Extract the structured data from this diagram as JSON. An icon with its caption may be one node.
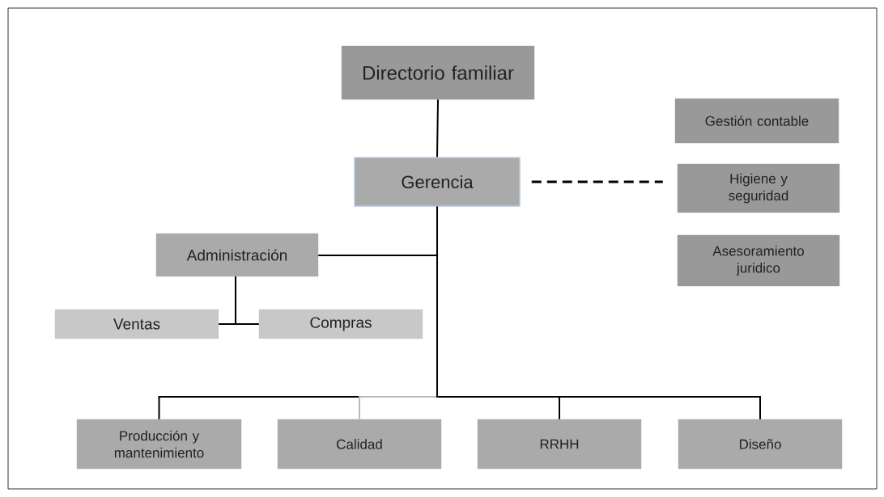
{
  "diagram": {
    "nodes": [
      {
        "text": [
          "Directorio familiar"
        ]
      },
      {
        "text": [
          "Gestión contable"
        ]
      },
      {
        "text": [
          "Gerencia"
        ]
      },
      {
        "text": [
          "Higiene y seguridad"
        ]
      },
      {
        "text": [
          "Administración"
        ]
      },
      {
        "text": [
          "Asesoramiento juridico"
        ]
      },
      {
        "text": [
          "Ventas"
        ]
      },
      {
        "text": [
          "Compras"
        ]
      },
      {
        "text": [
          "Producción y mantenimiento"
        ]
      },
      {
        "text": [
          "Calidad"
        ]
      },
      {
        "text": [
          "RRHH"
        ]
      },
      {
        "text": [
          "Diseño"
        ]
      }
    ],
    "edges": [
      {
        "from": 0,
        "to": 2,
        "arrow": "none"
      },
      {
        "from": 2,
        "to": 3,
        "arrow": "none",
        "style": "dashed"
      },
      {
        "from": 2,
        "to": 4,
        "arrow": "none"
      },
      {
        "from": 4,
        "to": 6,
        "arrow": "none"
      },
      {
        "from": 4,
        "to": 7,
        "arrow": "none"
      },
      {
        "from": 2,
        "to": 8,
        "arrow": "none"
      },
      {
        "from": 2,
        "to": 9,
        "arrow": "none",
        "color": "#bbbbbb"
      },
      {
        "from": 2,
        "to": 10,
        "arrow": "none"
      },
      {
        "from": 2,
        "to": 11,
        "arrow": "none"
      }
    ]
  }
}
